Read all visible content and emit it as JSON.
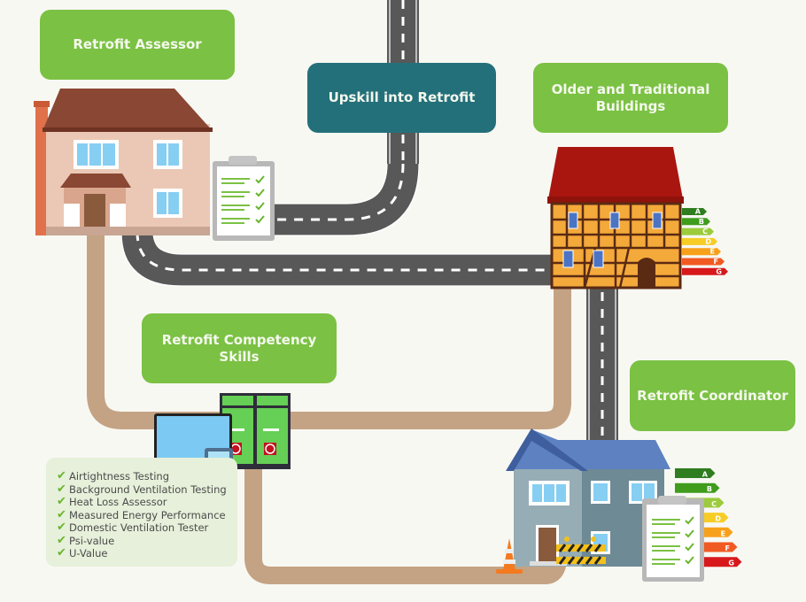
{
  "boxes": {
    "retrofit_assessor": "Retrofit Assessor",
    "upskill_into_retrofit": "Upskill into Retrofit",
    "older_traditional_line1": "Older and Traditional",
    "older_traditional_line2": "Buildings",
    "competency_line1": "Retrofit Competency",
    "competency_line2": "Skills",
    "retrofit_coordinator": "Retrofit Coordinator"
  },
  "skills_list": [
    "Airtightness Testing",
    "Background Ventilation Testing",
    "Heat Loss Assessor",
    "Measured Energy Performance",
    "Domestic Ventilation Tester",
    "Psi-value",
    "U-Value"
  ],
  "check_glyph": "✔",
  "epc_ratings": [
    {
      "label": "A",
      "color": "#2e7d1e"
    },
    {
      "label": "B",
      "color": "#3f9c1c"
    },
    {
      "label": "C",
      "color": "#9ccb3b"
    },
    {
      "label": "D",
      "color": "#f7cd25"
    },
    {
      "label": "E",
      "color": "#f7a11a"
    },
    {
      "label": "F",
      "color": "#f15a22"
    },
    {
      "label": "G",
      "color": "#d7191c"
    }
  ],
  "colors": {
    "green_box": "#7bc143",
    "teal_box": "#24707a",
    "road": "#585858",
    "path": "#c4a384",
    "background": "#f8f8f3"
  }
}
